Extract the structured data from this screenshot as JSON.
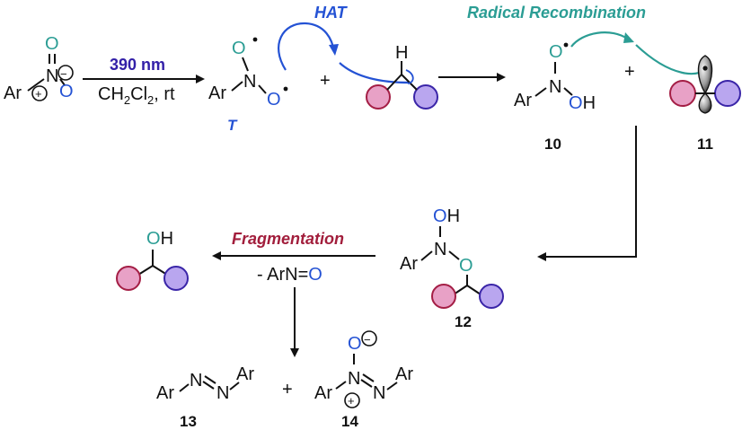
{
  "colors": {
    "teal": "#2b9d94",
    "blue": "#2452d4",
    "crimson": "#a21e3c",
    "purple_text": "#3320a8",
    "pink_sphere": "#e8a1c6",
    "pink_stroke": "#a41e45",
    "lilac_sphere": "#b9a6ef",
    "lilac_stroke": "#3a25a8"
  },
  "step1": {
    "condition_top": "390 nm",
    "condition_bottom_main": "CH",
    "condition_bottom_sub": "2",
    "condition_bottom_cl": "Cl",
    "condition_bottom_end": ", rt"
  },
  "atoms": {
    "ar": "Ar",
    "n": "N",
    "o": "O",
    "h": "H",
    "oh_o": "O",
    "oh_h": "H",
    "plus": "+",
    "minus": "−"
  },
  "labels": {
    "hat": "HAT",
    "radical_recombination": "Radical Recombination",
    "fragmentation": "Fragmentation",
    "triplet": "T",
    "c10": "10",
    "c11": "11",
    "c12": "12",
    "c13": "13",
    "c14": "14",
    "byproduct_prefix": "- ArN",
    "byproduct_eq": "=",
    "byproduct_o": "O"
  }
}
